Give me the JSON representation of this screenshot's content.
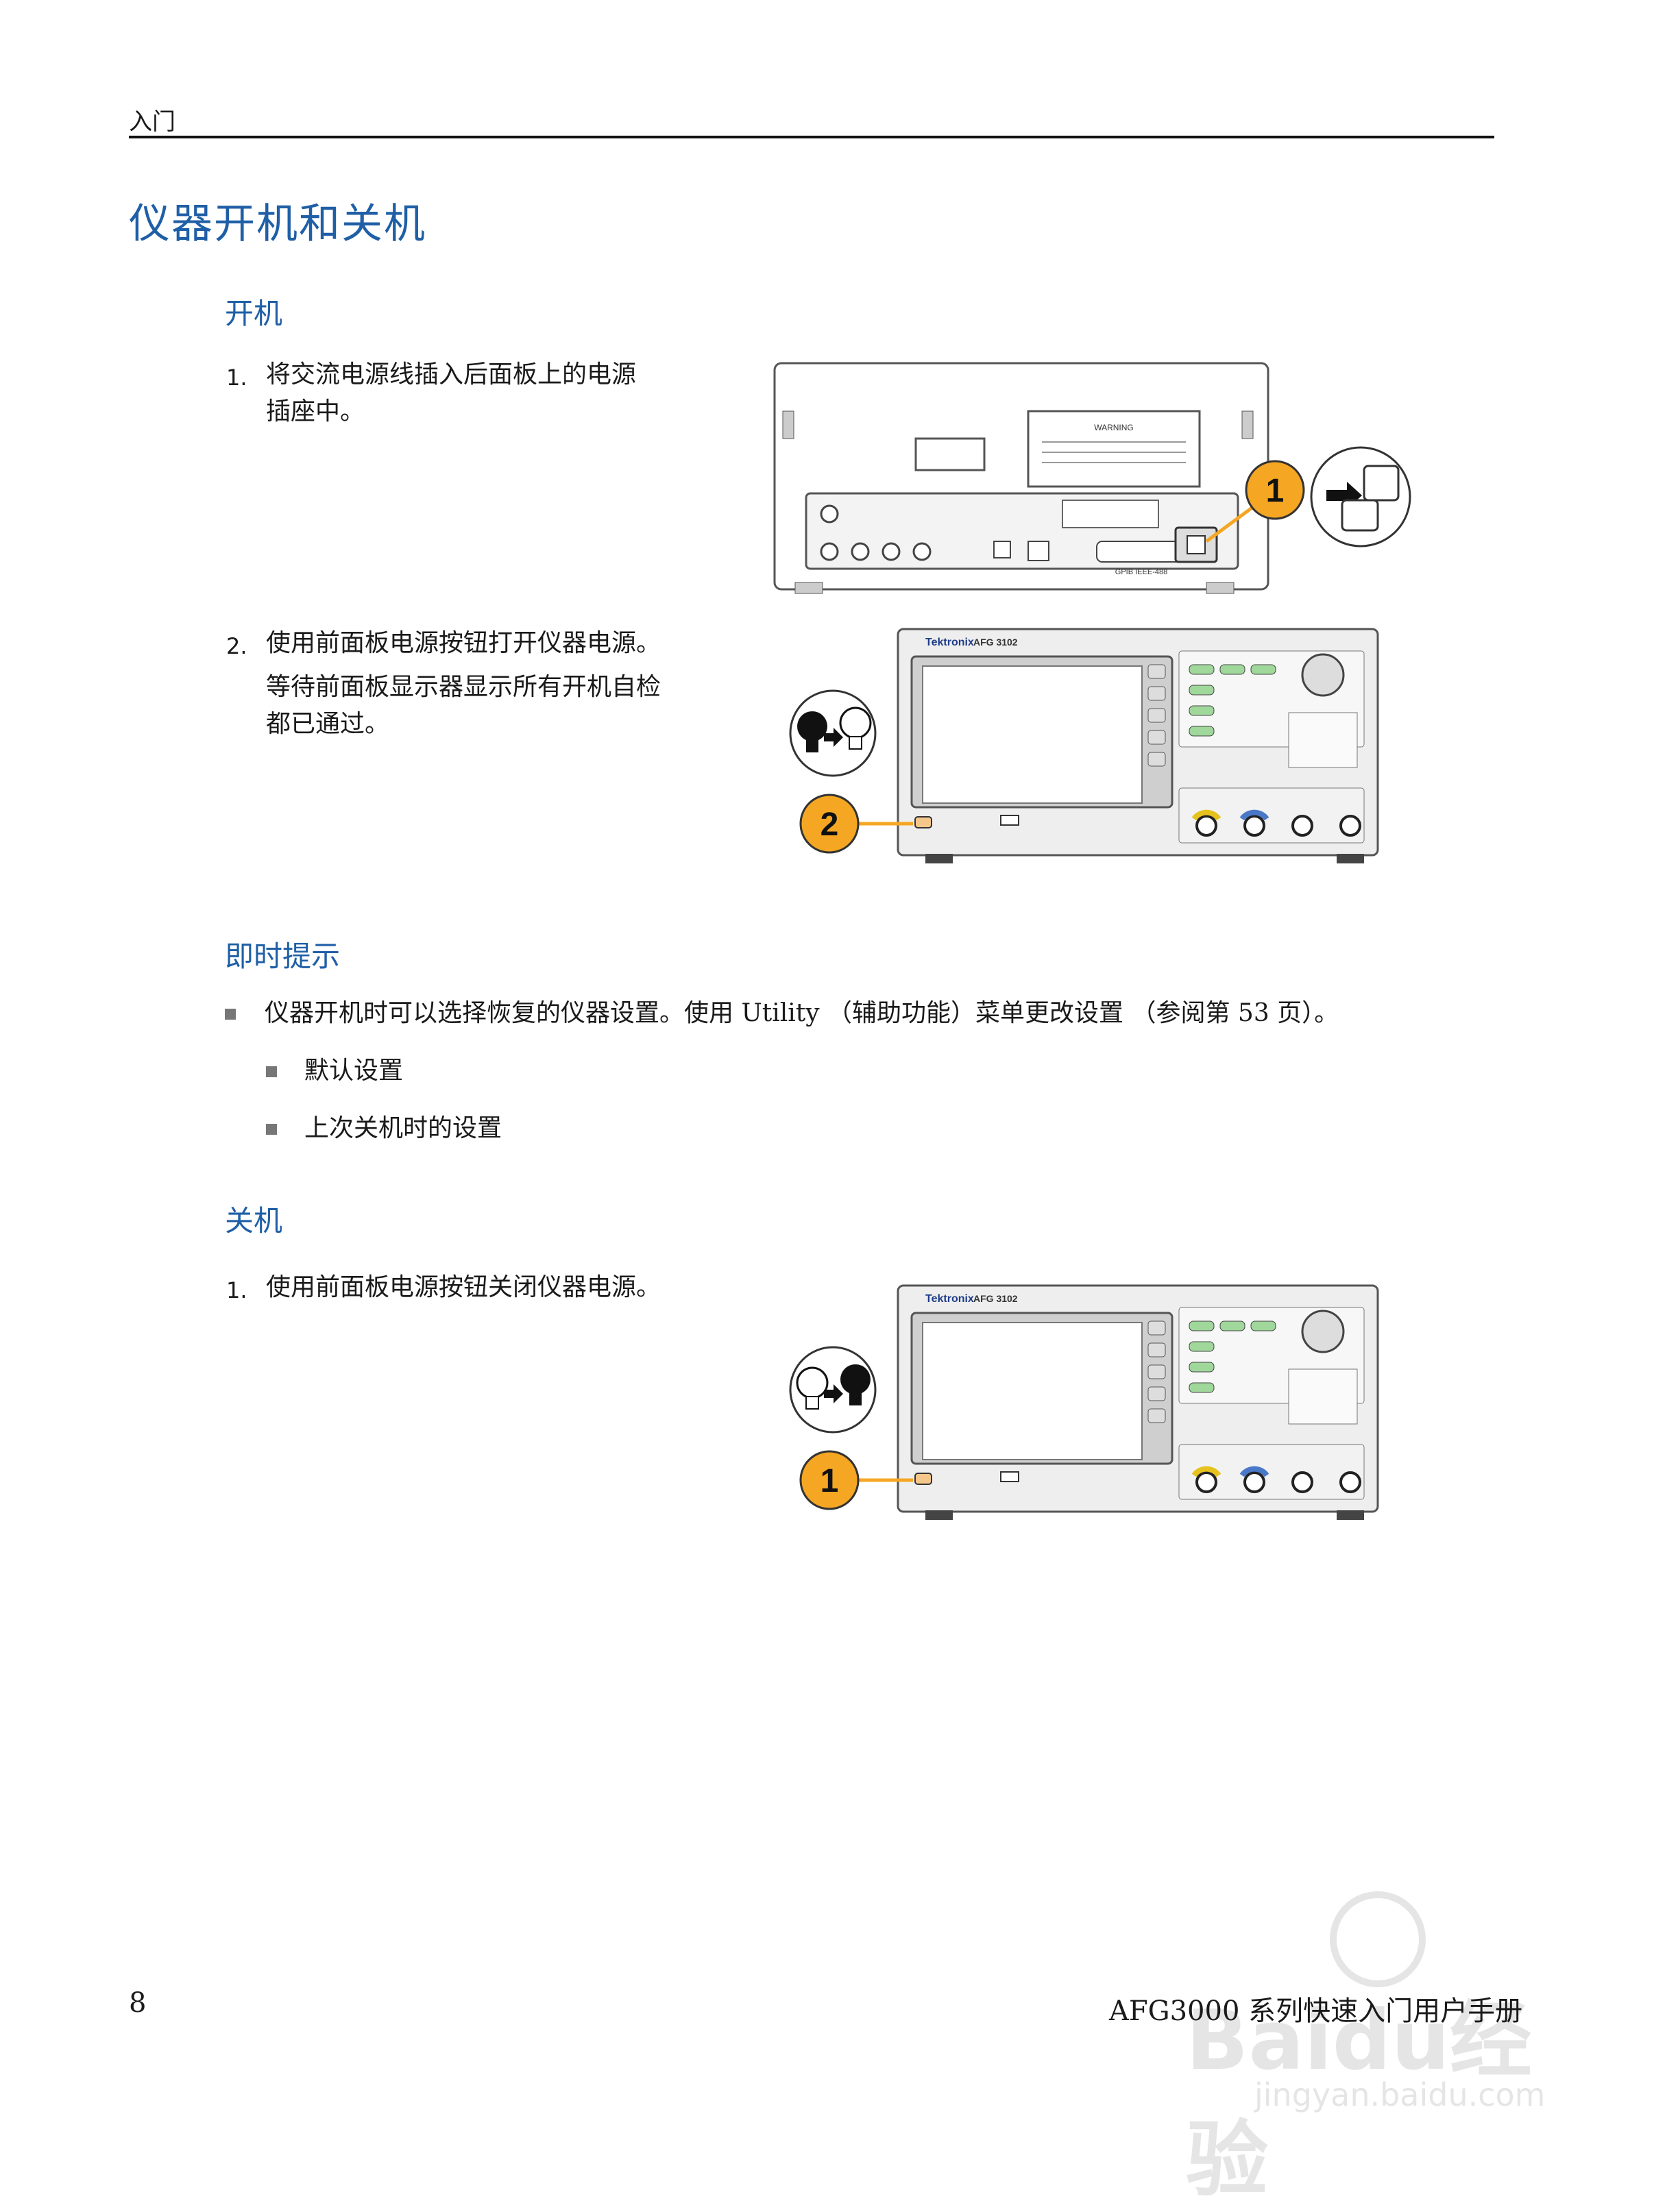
{
  "header": {
    "section": "入门"
  },
  "page_title": "仪器开机和关机",
  "power_on": {
    "heading": "开机",
    "steps": [
      {
        "num": "1.",
        "lines": [
          "将交流电源线插入后面板上的电源",
          "插座中。"
        ]
      },
      {
        "num": "2.",
        "lines": [
          "使用前面板电源按钮打开仪器电源。"
        ],
        "note": [
          "等待前面板显示器显示所有开机自检",
          "都已通过。"
        ]
      }
    ],
    "figure1_callout": "1",
    "figure2_callout": "2"
  },
  "tips": {
    "heading": "即时提示",
    "bullet": "仪器开机时可以选择恢复的仪器设置。使用 Utility （辅助功能）菜单更改设置 （参阅第 53 页）。",
    "sub_bullets": [
      "默认设置",
      "上次关机时的设置"
    ]
  },
  "power_off": {
    "heading": "关机",
    "steps": [
      {
        "num": "1.",
        "lines": [
          "使用前面板电源按钮关闭仪器电源。"
        ]
      }
    ],
    "figure_callout": "1"
  },
  "instrument": {
    "brand": "Tektronix",
    "model": "AFG 3102",
    "rear_warning": "WARNING",
    "gpib_label": "GPIB IEEE-488"
  },
  "footer": {
    "page_number": "8",
    "doc_title": "AFG3000 系列快速入门用户手册"
  },
  "watermark": {
    "text": "Baidu经验",
    "url": "jingyan.baidu.com"
  },
  "colors": {
    "heading_blue": "#1f5fa6",
    "callout_orange": "#f5a623",
    "rule": "#111111"
  }
}
